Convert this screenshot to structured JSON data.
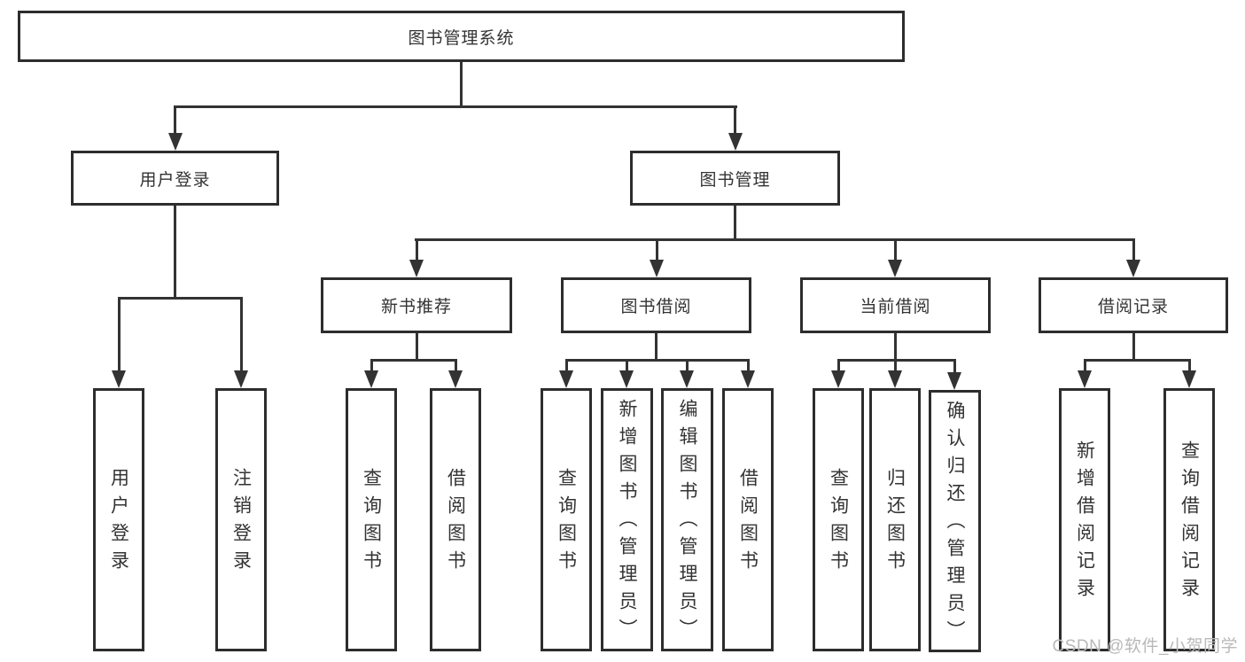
{
  "tree": {
    "label": "图书管理系统",
    "children": [
      {
        "label": "用户登录",
        "children": [
          {
            "label": "用户登录"
          },
          {
            "label": "注销登录"
          }
        ]
      },
      {
        "label": "图书管理",
        "children": [
          {
            "label": "新书推荐",
            "children": [
              {
                "label": "查询图书"
              },
              {
                "label": "借阅图书"
              }
            ]
          },
          {
            "label": "图书借阅",
            "children": [
              {
                "label": "查询图书"
              },
              {
                "label": "新增图书（管理员）"
              },
              {
                "label": "编辑图书（管理员）"
              },
              {
                "label": "借阅图书"
              }
            ]
          },
          {
            "label": "当前借阅",
            "children": [
              {
                "label": "查询图书"
              },
              {
                "label": "归还图书"
              },
              {
                "label": "确认归还（管理员）"
              }
            ]
          },
          {
            "label": "借阅记录",
            "children": [
              {
                "label": "新增借阅记录"
              },
              {
                "label": "查询借阅记录"
              }
            ]
          }
        ]
      }
    ]
  },
  "watermark": {
    "text": "CSDN @软件_小贺同学"
  },
  "colors": {
    "line": "#333333",
    "box_border": "#2d2d2d",
    "text": "#333333",
    "watermark": "#b9b9b9",
    "background": "#ffffff"
  }
}
